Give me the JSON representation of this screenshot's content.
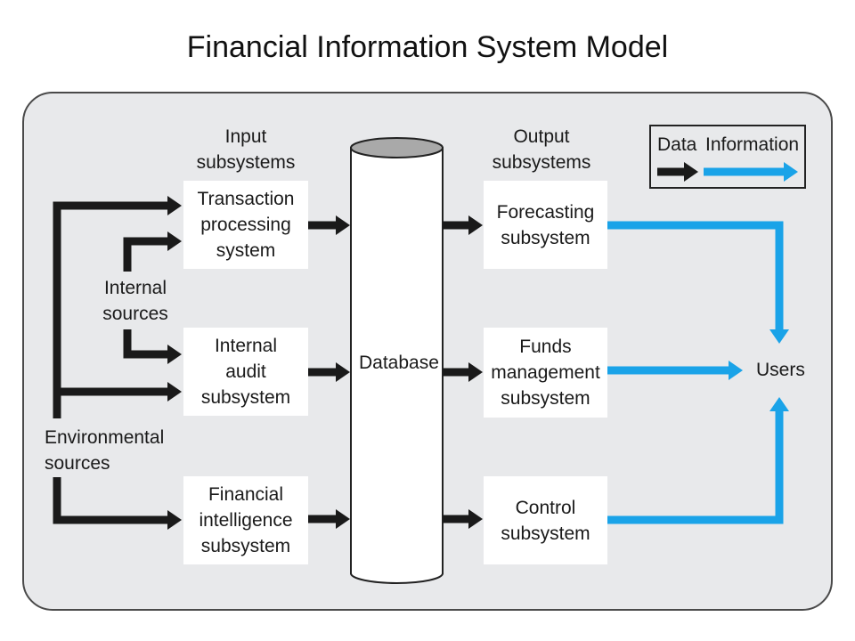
{
  "title": "Financial Information System Model",
  "headers": {
    "input": "Input\nsubsystems",
    "output": "Output\nsubsystems"
  },
  "input_subsystems": [
    "Transaction\nprocessing\nsystem",
    "Internal\naudit\nsubsystem",
    "Financial\nintelligence\nsubsystem"
  ],
  "output_subsystems": [
    "Forecasting\nsubsystem",
    "Funds\nmanagement\nsubsystem",
    "Control\nsubsystem"
  ],
  "database": "Database",
  "sources": {
    "internal": "Internal\nsources",
    "environmental": "Environmental\nsources"
  },
  "users": "Users",
  "legend": {
    "data": "Data",
    "information": "Information"
  },
  "colors": {
    "data_arrow": "#1a1a1a",
    "information_arrow": "#1aa3e8",
    "panel": "#e8e9eb"
  }
}
